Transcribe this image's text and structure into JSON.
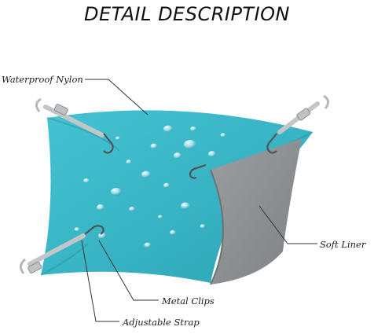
{
  "title": "DETAIL DESCRIPTION",
  "callouts": {
    "waterproof_nylon": "Waterproof Nylon",
    "soft_liner": "Soft Liner",
    "metal_clips": "Metal Clips",
    "adjustable_strap": "Adjustable Strap"
  },
  "colors": {
    "nylon": "#3bb8c8",
    "nylon_dark": "#2a98a8",
    "liner": "#8f9396",
    "strap": "#c9cbcc",
    "metal": "#555a5e"
  }
}
